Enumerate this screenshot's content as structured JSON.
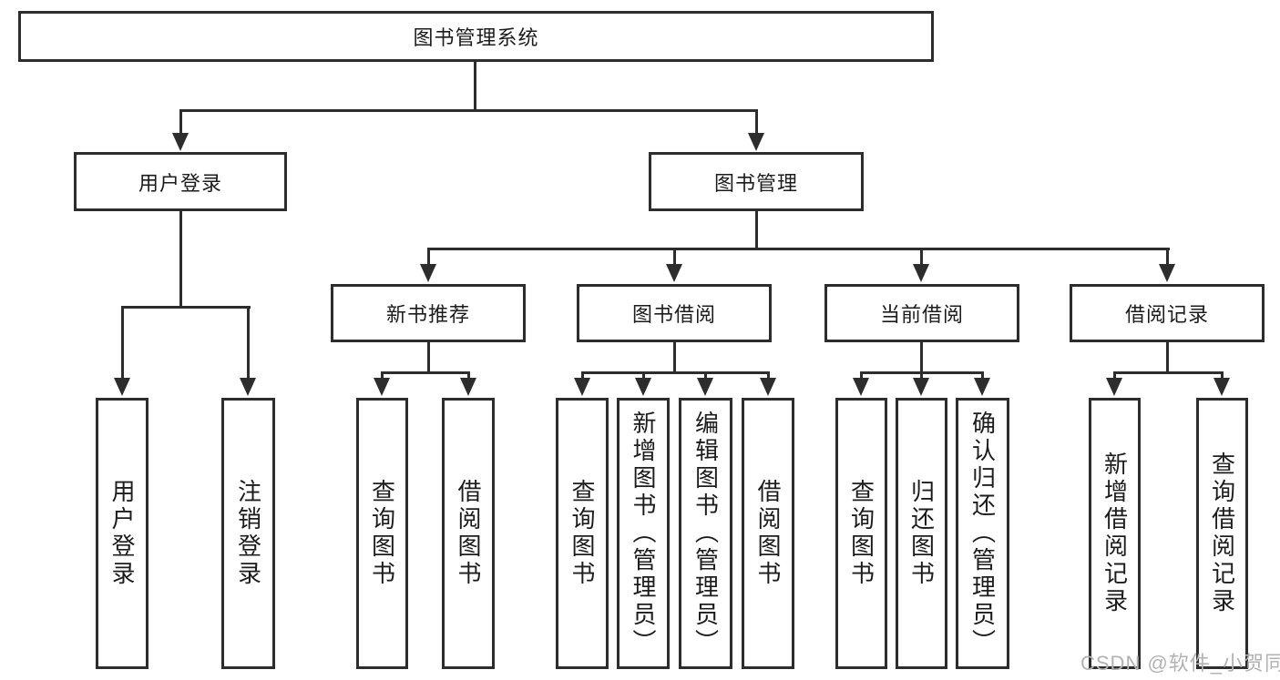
{
  "root_label": "图书管理系统",
  "branches": {
    "user_login": {
      "label": "用户登录",
      "children": [
        "用户登录",
        "注销登录"
      ]
    },
    "book_mgmt": {
      "label": "图书管理"
    }
  },
  "groups": [
    {
      "label": "新书推荐",
      "children": [
        "查询图书",
        "借阅图书"
      ]
    },
    {
      "label": "图书借阅",
      "children": [
        "查询图书",
        "新增图书（管理员）",
        "编辑图书（管理员）",
        "借阅图书"
      ]
    },
    {
      "label": "当前借阅",
      "children": [
        "查询图书",
        "归还图书",
        "确认归还（管理员）"
      ]
    },
    {
      "label": "借阅记录",
      "children": [
        "新增借阅记录",
        "查询借阅记录"
      ]
    }
  ],
  "watermark": {
    "text": "CSDN @软件_小贺同学",
    "color": "#b2b2b2"
  },
  "colors": {
    "line": "#2d2d2d",
    "text": "#1c1c1c",
    "background": "#ffffff"
  }
}
